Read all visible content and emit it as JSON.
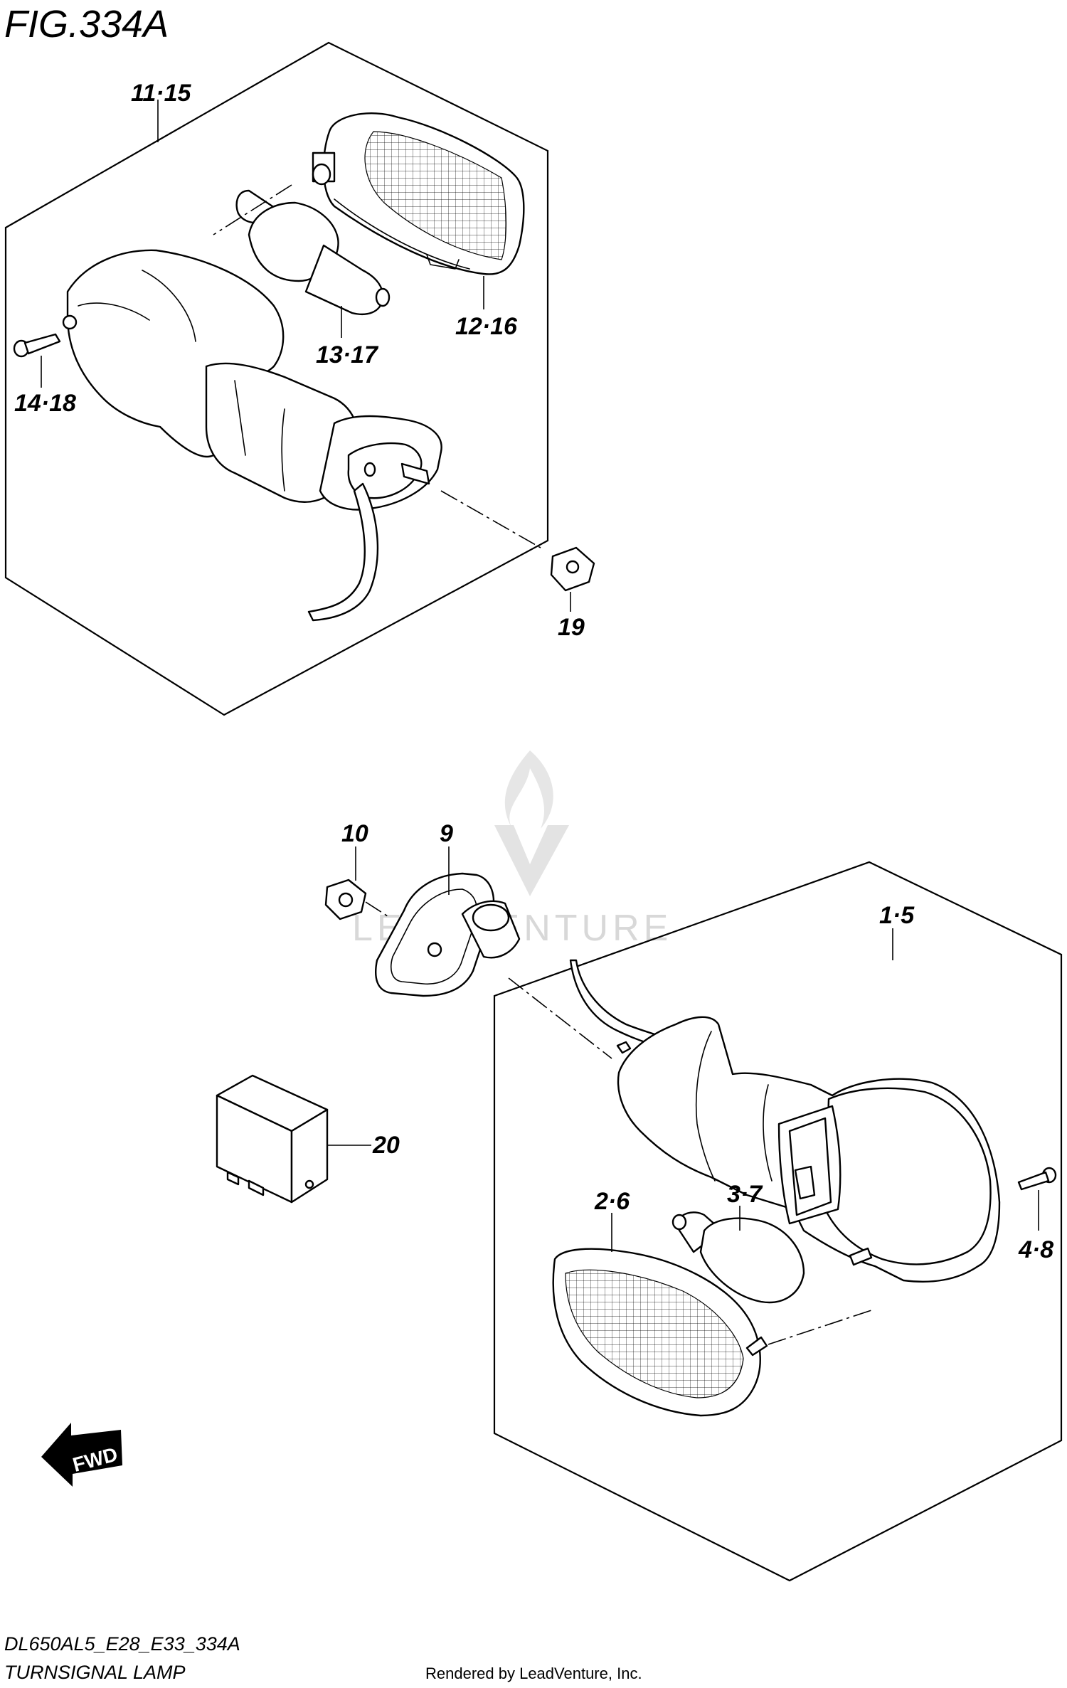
{
  "figure": {
    "title": "FIG.334A",
    "model_code": "DL650AL5_E28_E33_334A",
    "name": "TURNSIGNAL LAMP"
  },
  "callouts": {
    "rear_lamp_assy": "11·15",
    "rear_lens": "12·16",
    "rear_bulb": "13·17",
    "rear_screw": "14·18",
    "rear_nut": "19",
    "nut": "10",
    "gasket": "9",
    "front_lamp_assy": "1·5",
    "front_lens": "2·6",
    "front_bulb": "3·7",
    "front_screw": "4·8",
    "relay": "20"
  },
  "direction_marker": "FWD",
  "watermark": "LEADVENTURE",
  "credit": "Rendered by LeadVenture, Inc."
}
